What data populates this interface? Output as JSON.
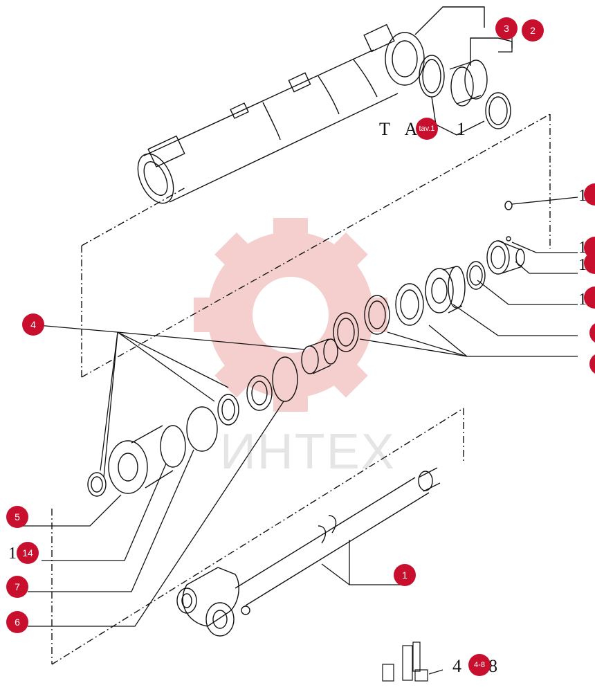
{
  "watermark": {
    "text": "ИНТЕХ"
  },
  "sheet_ref": {
    "text": "T A",
    "suffix": "1"
  },
  "page_ref": {
    "prefix": "4",
    "suffix": "8"
  },
  "callouts": {
    "c3": "3",
    "c2": "2",
    "tav": "tav.1",
    "c4": "4",
    "c5": "5",
    "c14": "14",
    "c7": "7",
    "c6": "6",
    "c1": "1",
    "c48": "4-8"
  },
  "right_labels": {
    "r1": "1",
    "r2": "1",
    "r3": "1",
    "r4": "1"
  },
  "left_label": {
    "l14_prefix": "1"
  },
  "colors": {
    "accent": "#c8102e",
    "line": "#111111",
    "watermark": "#f2b8b8"
  }
}
